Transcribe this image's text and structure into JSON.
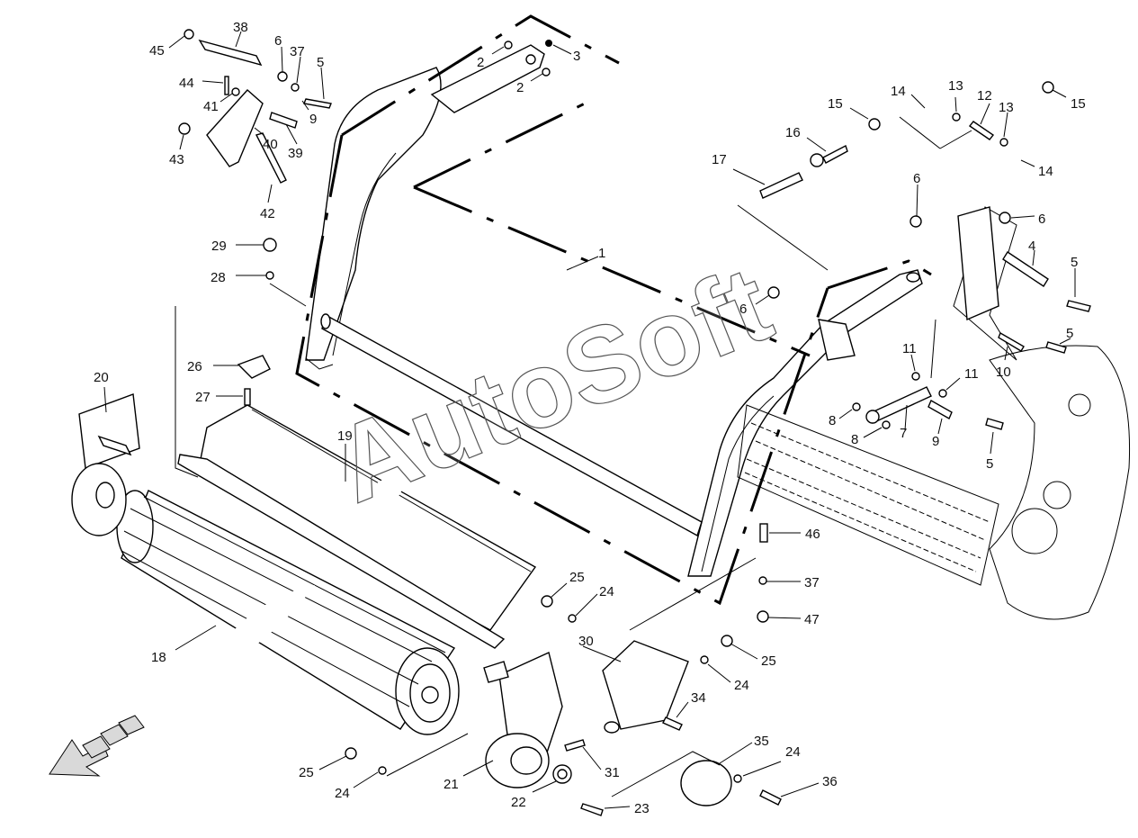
{
  "watermark": "AutoSoft",
  "callouts": [
    {
      "id": "c45",
      "text": "45"
    },
    {
      "id": "c38",
      "text": "38"
    },
    {
      "id": "c6a",
      "text": "6"
    },
    {
      "id": "c37a",
      "text": "37"
    },
    {
      "id": "c5a",
      "text": "5"
    },
    {
      "id": "c44",
      "text": "44"
    },
    {
      "id": "c41",
      "text": "41"
    },
    {
      "id": "c9a",
      "text": "9"
    },
    {
      "id": "c40",
      "text": "40"
    },
    {
      "id": "c39",
      "text": "39"
    },
    {
      "id": "c43",
      "text": "43"
    },
    {
      "id": "c42",
      "text": "42"
    },
    {
      "id": "c2a",
      "text": "2"
    },
    {
      "id": "c3",
      "text": "3"
    },
    {
      "id": "c2b",
      "text": "2"
    },
    {
      "id": "c1",
      "text": "1"
    },
    {
      "id": "c29",
      "text": "29"
    },
    {
      "id": "c28",
      "text": "28"
    },
    {
      "id": "c26",
      "text": "26"
    },
    {
      "id": "c27",
      "text": "27"
    },
    {
      "id": "c20",
      "text": "20"
    },
    {
      "id": "c19",
      "text": "19"
    },
    {
      "id": "c18",
      "text": "18"
    },
    {
      "id": "c25a",
      "text": "25"
    },
    {
      "id": "c24a",
      "text": "24"
    },
    {
      "id": "c21",
      "text": "21"
    },
    {
      "id": "c22",
      "text": "22"
    },
    {
      "id": "c23",
      "text": "23"
    },
    {
      "id": "c31",
      "text": "31"
    },
    {
      "id": "c25b",
      "text": "25"
    },
    {
      "id": "c24b",
      "text": "24"
    },
    {
      "id": "c30",
      "text": "30"
    },
    {
      "id": "c25c",
      "text": "25"
    },
    {
      "id": "c24c",
      "text": "24"
    },
    {
      "id": "c34",
      "text": "34"
    },
    {
      "id": "c35",
      "text": "35"
    },
    {
      "id": "c24d",
      "text": "24"
    },
    {
      "id": "c36",
      "text": "36"
    },
    {
      "id": "c46",
      "text": "46"
    },
    {
      "id": "c37b",
      "text": "37"
    },
    {
      "id": "c47",
      "text": "47"
    },
    {
      "id": "c14a",
      "text": "14"
    },
    {
      "id": "c13a",
      "text": "13"
    },
    {
      "id": "c12",
      "text": "12"
    },
    {
      "id": "c13b",
      "text": "13"
    },
    {
      "id": "c15a",
      "text": "15"
    },
    {
      "id": "c15b",
      "text": "15"
    },
    {
      "id": "c14b",
      "text": "14"
    },
    {
      "id": "c16",
      "text": "16"
    },
    {
      "id": "c17",
      "text": "17"
    },
    {
      "id": "c6b",
      "text": "6"
    },
    {
      "id": "c6c",
      "text": "6"
    },
    {
      "id": "c4",
      "text": "4"
    },
    {
      "id": "c5b",
      "text": "5"
    },
    {
      "id": "c6d",
      "text": "6"
    },
    {
      "id": "c5c",
      "text": "5"
    },
    {
      "id": "c11a",
      "text": "11"
    },
    {
      "id": "c11b",
      "text": "11"
    },
    {
      "id": "c10",
      "text": "10"
    },
    {
      "id": "c8a",
      "text": "8"
    },
    {
      "id": "c8b",
      "text": "8"
    },
    {
      "id": "c7",
      "text": "7"
    },
    {
      "id": "c9b",
      "text": "9"
    },
    {
      "id": "c5d",
      "text": "5"
    }
  ]
}
